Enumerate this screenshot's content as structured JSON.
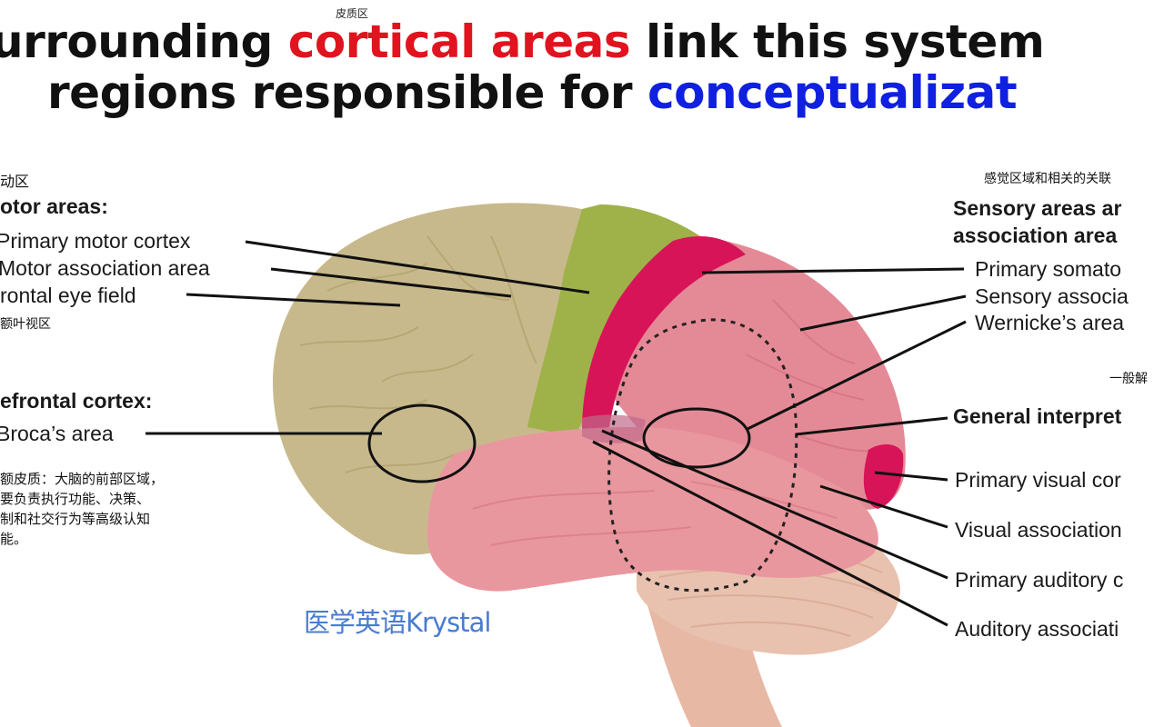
{
  "headline": {
    "line1_pre": "urrounding ",
    "line1_red": "cortical areas",
    "line1_post": " link this system",
    "line2_pre": "regions responsible for ",
    "line2_blue": "conceptualizat"
  },
  "annotations": {
    "cortical_areas_cn": "皮质区",
    "motor_cn": "动区",
    "frontal_eye_cn": "额叶视区",
    "sensory_cn": "感觉区域和相关的关联",
    "general_cn": "一般解",
    "prefrontal_note_bold": "额皮质",
    "prefrontal_note_body": "：大脑的前部区域，主要负责执行功能、决策、控制和社交行为等高级认知功能。",
    "prefrontal_note_lines": [
      "额皮质：大脑的前部区域，",
      "要负责执行功能、决策、",
      "制和社交行为等高级认知",
      "能。"
    ]
  },
  "left_labels": {
    "motor_heading": "otor areas:",
    "primary_motor": "Primary motor cortex",
    "motor_assoc": "Motor association area",
    "frontal_eye": "rontal eye field",
    "prefrontal_heading": "efrontal cortex:",
    "broca": "Broca’s area"
  },
  "right_labels": {
    "sensory_heading_1": "Sensory areas ar",
    "sensory_heading_2": "association area",
    "primary_somato": "Primary somato",
    "sensory_assoc": "Sensory associa",
    "wernicke": "Wernicke’s area",
    "general_interp": "General interpret",
    "primary_visual": "Primary visual cor",
    "visual_assoc": "Visual association",
    "primary_auditory": "Primary auditory c",
    "auditory_assoc": "Auditory associati"
  },
  "watermark": "医学英语Krystal",
  "colors": {
    "frontal": "#c8b98c",
    "premotor": "#9fb24a",
    "somatosensory": "#d81459",
    "parietal": "#e48a96",
    "temporal": "#e9979e",
    "cerebellum": "#e8c2ae",
    "brainstem": "#e7b8a4",
    "title_red": "#e0141f",
    "title_blue": "#1020e0"
  }
}
